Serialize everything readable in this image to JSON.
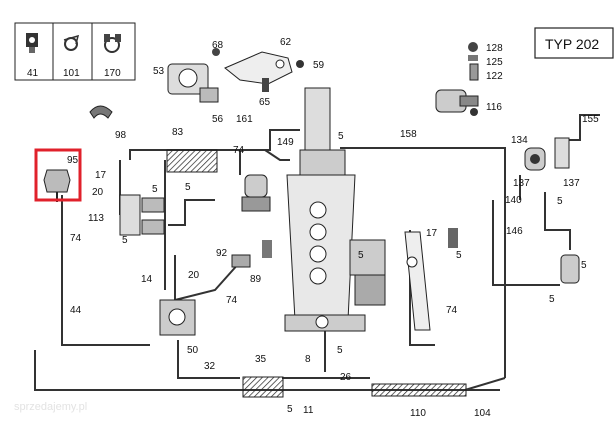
{
  "title": "TYP 202",
  "watermark": "sprzedajemy.pl",
  "highlight_color": "#e0212b",
  "legend": [
    {
      "num": "41",
      "icon": "clip-icon"
    },
    {
      "num": "101",
      "icon": "retaining-clip-icon"
    },
    {
      "num": "170",
      "icon": "hose-clamp-icon"
    }
  ],
  "parts": {
    "p68": "68",
    "p62": "62",
    "p59": "59",
    "p53": "53",
    "p56": "56",
    "p65": "65",
    "p98": "98",
    "p128": "128",
    "p125": "125",
    "p122": "122",
    "p116": "116",
    "p83": "83",
    "p161": "161",
    "p149": "149",
    "p158": "158",
    "p5_top": "5",
    "p155": "155",
    "p134": "134",
    "p137a": "137",
    "p137b": "137",
    "p140": "140",
    "p5_140": "5",
    "p146": "146",
    "p5_right": "5",
    "p5_right2": "5",
    "p95": "95",
    "p74_top": "74",
    "p17": "17",
    "p5_17": "5",
    "p20": "20",
    "p5_mid": "5",
    "p113": "113",
    "p5_113": "5",
    "p74_left": "74",
    "p44": "44",
    "p14": "14",
    "p20b": "20",
    "p92": "92",
    "p89": "89",
    "p74_mid": "74",
    "p50": "50",
    "p32": "32",
    "p35": "35",
    "p8": "8",
    "p5_8": "5",
    "p26": "26",
    "p5_bot": "5",
    "p11": "11",
    "p110": "110",
    "p104": "104",
    "p17b": "17",
    "p5_17b": "5",
    "p74_right": "74",
    "p5_eng": "5"
  }
}
